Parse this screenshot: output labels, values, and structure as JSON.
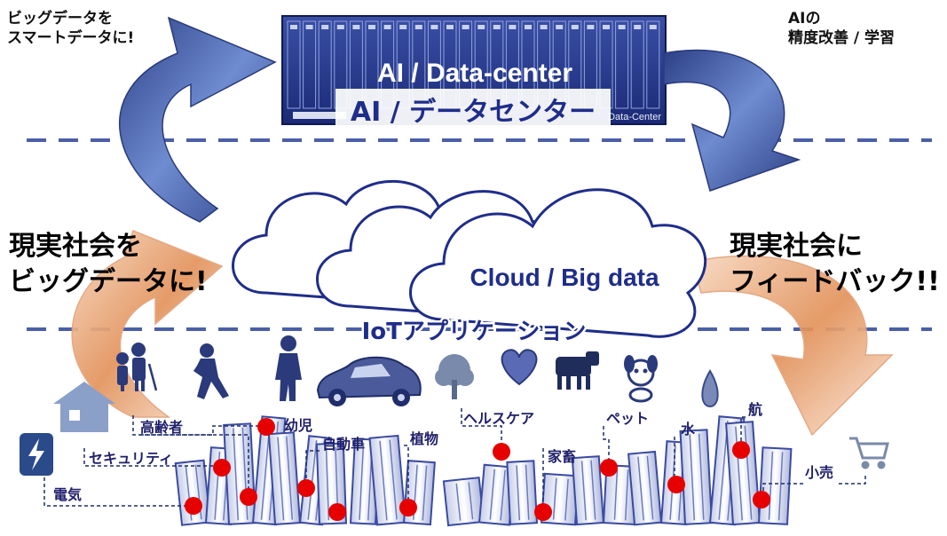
{
  "colors": {
    "navy": "#1f2d8a",
    "dash": "#4a5fa8",
    "arrow_blue": "#4f6bb0",
    "arrow_orange": "#e9a978",
    "dot_red": "#e60000",
    "city_blue": "#3b4aa0",
    "icon_navy": "#2a3a7a"
  },
  "top_left_note": {
    "line1": "ビッグデータを",
    "line2": "スマートデータに!"
  },
  "top_right_note": {
    "line1": "AIの",
    "line2": "精度改善 / 学習"
  },
  "datacenter": {
    "title_en": "AI / Data-center",
    "title_ja": "AI / データセンター",
    "small_label": "Data-Center"
  },
  "left_big_text": {
    "line1": "現実社会を",
    "line2": "ビッグデータに!"
  },
  "right_big_text": {
    "line1": "現実社会に",
    "line2": "フィードバック!!"
  },
  "cloud": {
    "label": "Cloud / Big data"
  },
  "iot_title": "IoTアプリケーション",
  "categories": {
    "elderly": "高齢者",
    "infant": "幼児",
    "security": "セキュリティ",
    "electricity": "電気",
    "car": "自動車",
    "plants": "植物",
    "healthcare": "ヘルスケア",
    "livestock": "家畜",
    "pet": "ペット",
    "water": "水",
    "aviation": "航",
    "retail": "小売"
  },
  "icons": [
    "house-icon",
    "lightning-icon",
    "elderly-couple-icon",
    "runner-icon",
    "child-icon",
    "car-icon",
    "tree-icon",
    "heart-icon",
    "cow-icon",
    "dog-icon",
    "water-drop-icon",
    "shopping-cart-icon"
  ]
}
